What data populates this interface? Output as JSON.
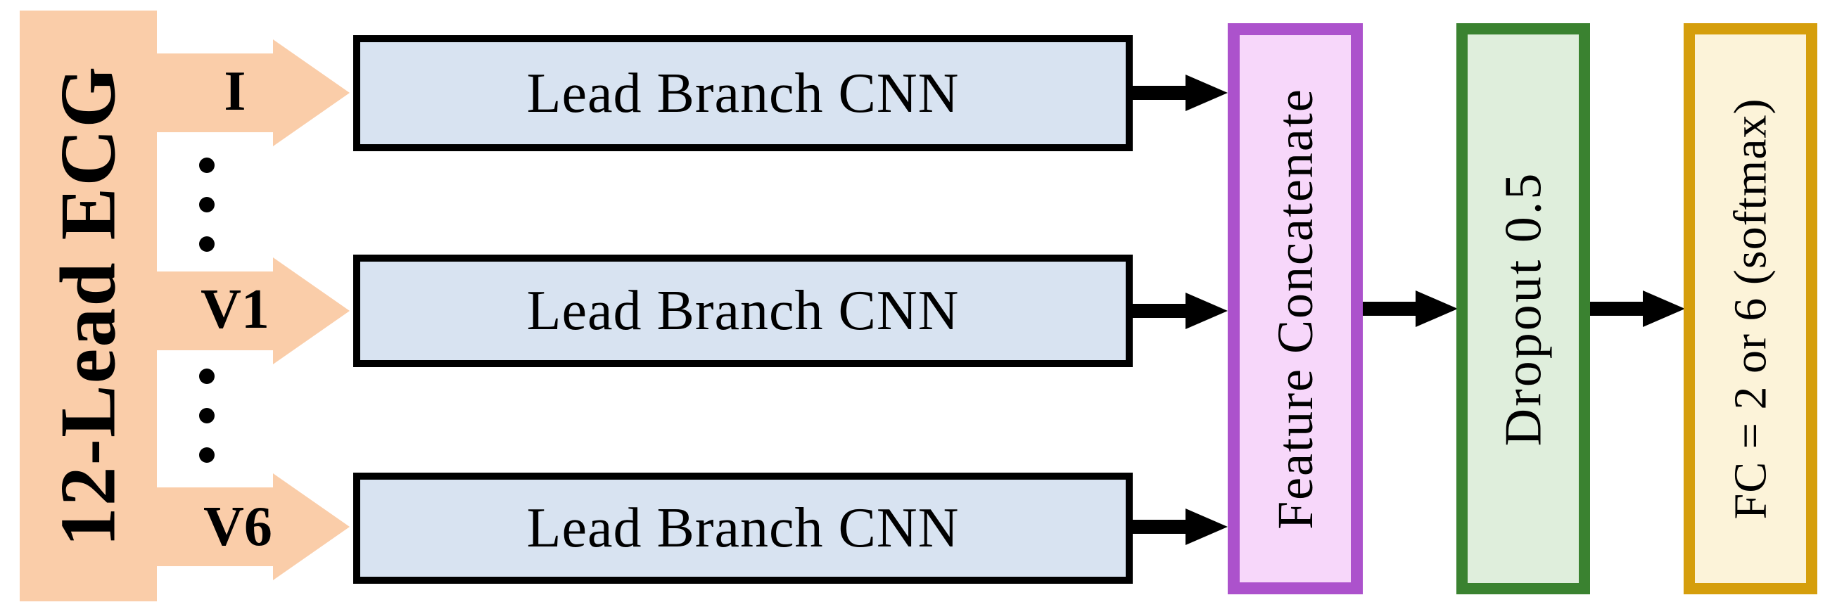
{
  "diagram": {
    "type": "flow",
    "input_block": {
      "label": "12-Lead ECG"
    },
    "lead_arrows": [
      {
        "label": "I"
      },
      {
        "label": "V1"
      },
      {
        "label": "V6"
      }
    ],
    "ellipsis": {
      "groups": 2,
      "dots_per_group": 3
    },
    "branch_blocks": [
      {
        "label": "Lead Branch CNN"
      },
      {
        "label": "Lead Branch CNN"
      },
      {
        "label": "Lead Branch CNN"
      }
    ],
    "concat_block": {
      "label": "Feature Concatenate"
    },
    "dropout_block": {
      "label": "Dropout 0.5"
    },
    "fc_block": {
      "label": "FC = 2 or 6 (softmax)"
    },
    "colors": {
      "peach": "#FACDA9",
      "blue_fill": "#D8E3F1",
      "blue_border": "#000000",
      "pink_fill": "#F7D7FA",
      "purple_border": "#AC52CC",
      "green_fill": "#DFEEDC",
      "green_border": "#3A8230",
      "cream_fill": "#FCF3D9",
      "gold_border": "#D59E0C",
      "arrow_black": "#000000"
    }
  }
}
